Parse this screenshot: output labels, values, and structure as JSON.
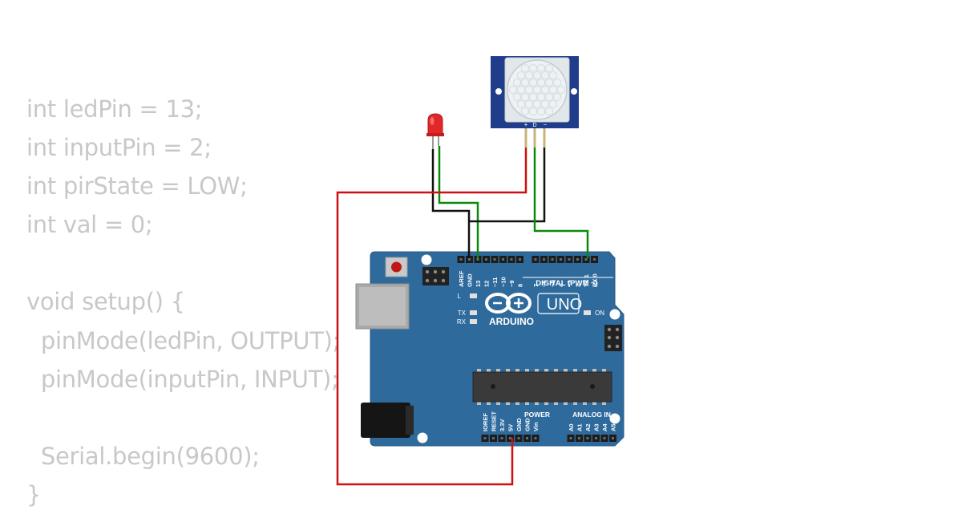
{
  "code_lines": [
    "int ledPin = 13;",
    "int inputPin = 2;",
    "int pirState = LOW;",
    "int val = 0;",
    "",
    "void setup() {",
    "  pinMode(ledPin, OUTPUT);",
    "  pinMode(inputPin, INPUT);",
    "",
    "  Serial.begin(9600);",
    "}"
  ],
  "board": {
    "brand": "ARDUINO",
    "model": "UNO",
    "digital_header_label": "DIGITAL (PWM ~)",
    "power_label": "POWER",
    "analog_label": "ANALOG IN",
    "on_label": "ON",
    "led_l_label": "L",
    "tx_label": "TX",
    "rx_label": "RX",
    "digital_pins": [
      "AREF",
      "GND",
      "13",
      "12",
      "~11",
      "~10",
      "~9",
      "8",
      "7",
      "~6",
      "~5",
      "4",
      "~3",
      "2",
      "TX 1",
      "RX 0"
    ],
    "power_pins": [
      "IOREF",
      "RESET",
      "3.3V",
      "5V",
      "GND",
      "GND",
      "Vin"
    ],
    "analog_pins": [
      "A0",
      "A1",
      "A2",
      "A3",
      "A4",
      "A5"
    ],
    "color": "#2f6a9c"
  },
  "pir_sensor": {
    "pin_labels": [
      "+",
      "D",
      "−"
    ],
    "board_color": "#1f3d8a"
  },
  "led": {
    "color": "#e02828"
  },
  "wire_colors": {
    "power": "#d01010",
    "ground": "#111111",
    "signal": "#0a8a0a"
  }
}
